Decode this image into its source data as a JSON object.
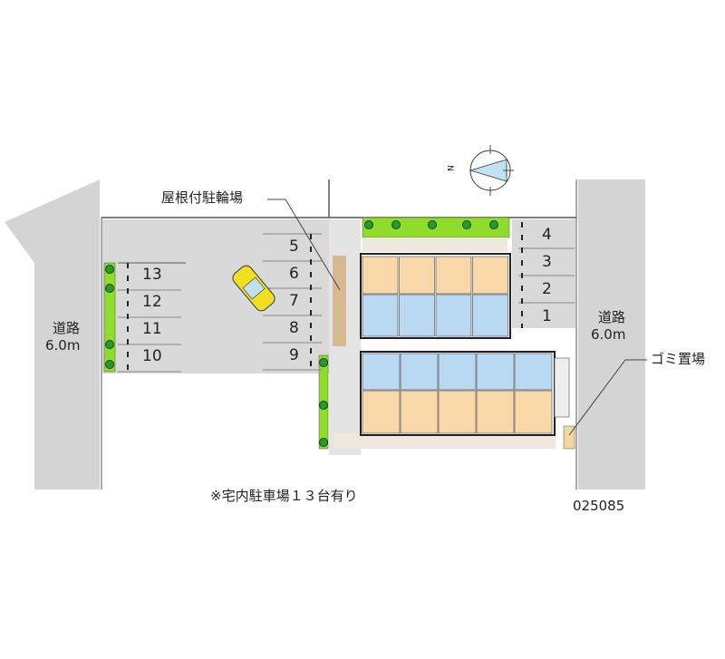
{
  "labels": {
    "bicycle_parking": "屋根付駐輪場",
    "road_left": [
      "道路",
      "6.0m"
    ],
    "road_right": [
      "道路",
      "6.0m"
    ],
    "garbage": "ゴミ置場",
    "note": "※宅内駐車場１３台有り",
    "code": "025085",
    "compass_n": "N"
  },
  "parking": {
    "left": [
      "13",
      "12",
      "11",
      "10"
    ],
    "middle": [
      "5",
      "6",
      "7",
      "8",
      "9"
    ],
    "right": [
      "4",
      "3",
      "2",
      "1"
    ]
  },
  "colors": {
    "road": "#d4d4d4",
    "lot": "#d9d9d9",
    "green": "#8fdc2a",
    "room_orange": "#f8d7a8",
    "room_blue": "#b9d9f2",
    "car": "#f0e020"
  }
}
